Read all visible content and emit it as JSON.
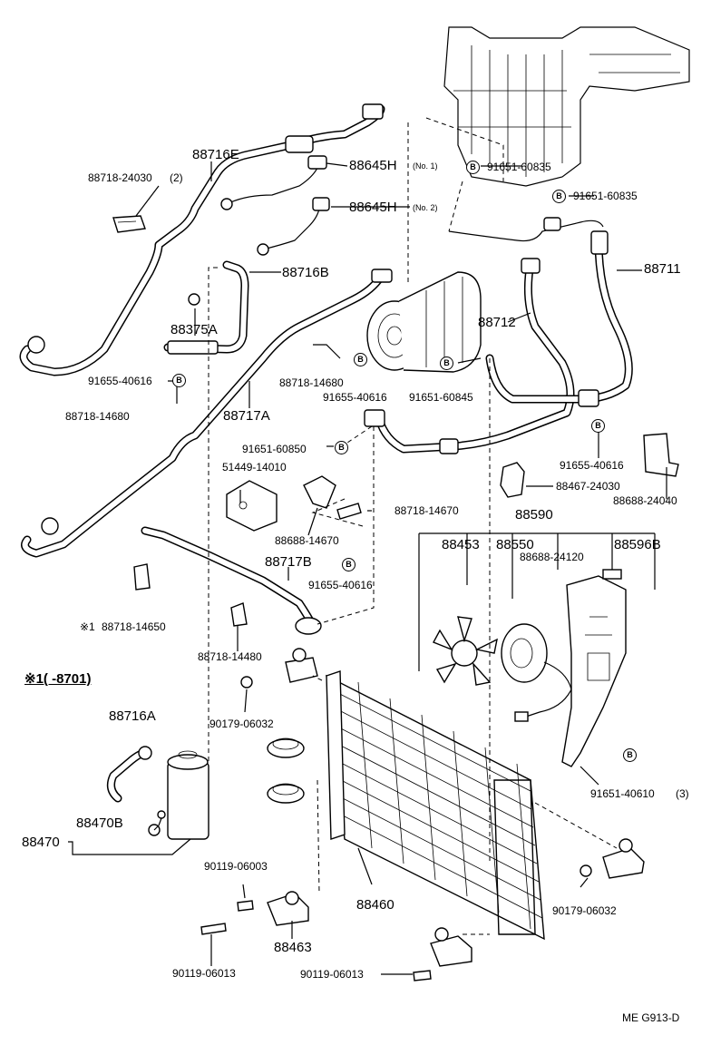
{
  "labels": {
    "p88716E": "88716E",
    "p88718_24030": "88718-24030",
    "p88718_24030_qty": "(2)",
    "p88645H": "88645H",
    "no1": "(No. 1)",
    "no2": "(No. 2)",
    "p91651_60835_a": "91651-60835",
    "p91651_60835_b": "91651-60835",
    "p88716B": "88716B",
    "p88711": "88711",
    "p88375A": "88375A",
    "p88712": "88712",
    "p91655_40616_a": "91655-40616",
    "p88718_14680_a": "88718-14680",
    "p88718_14680_b": "88718-14680",
    "p91655_40616_b": "91655-40616",
    "p88717A": "88717A",
    "p91651_60845": "91651-60845",
    "p91651_60850": "91651-60850",
    "p91655_40616_c": "91655-40616",
    "p51449_14010": "51449-14010",
    "p88467_24030": "88467-24030",
    "p88688_24040": "88688-24040",
    "p88718_14670_a": "88718-14670",
    "p88688_14670": "88688-14670",
    "p88590": "88590",
    "p88717B": "88717B",
    "p88453": "88453",
    "p88550": "88550",
    "p88596B": "88596B",
    "p88688_24120": "88688-24120",
    "p91655_40616_d": "91655-40616",
    "p88718_14650": "88718-14650",
    "mark1": "※1",
    "p88718_14480": "88718-14480",
    "range_note": "※1(      -8701)",
    "p90179_06032_a": "90179-06032",
    "p88716A": "88716A",
    "p91651_40610": "91651-40610",
    "p91651_40610_qty": "(3)",
    "p88470B": "88470B",
    "p88470": "88470",
    "p90119_06003": "90119-06003",
    "p88460": "88460",
    "p90179_06032_b": "90179-06032",
    "p88463": "88463",
    "p90119_06013_a": "90119-06013",
    "p90119_06013_b": "90119-06013",
    "footer_code": "ME  G913-D",
    "bolt_mark": "B"
  }
}
